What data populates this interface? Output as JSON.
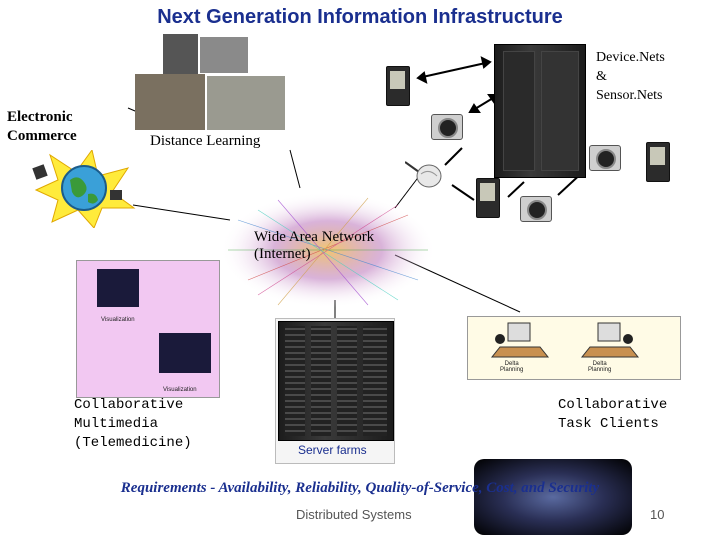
{
  "title": "Next Generation Information Infrastructure",
  "labels": {
    "electronic_commerce": "Electronic\nCommerce",
    "distance_learning": "Distance Learning",
    "device_nets": "Device.Nets\n&\nSensor.Nets",
    "wan": "Wide Area Network\n(Internet)",
    "collab_multimedia": "Collaborative\nMultimedia\n(Telemedicine)",
    "collab_task": "Collaborative\nTask Clients",
    "server_farms": "Server farms",
    "visualization_1": "Visualization",
    "visualization_2": "Visualization",
    "task_caption_1": "Delta\nPlanning",
    "task_caption_2": "Delta\nPlanning"
  },
  "requirements": "Requirements - Availability, Reliability, Quality-of-Service, Cost, and Security",
  "footer": {
    "text": "Distributed Systems",
    "page_number": "10"
  },
  "colors": {
    "title": "#1a2f8f",
    "background": "#ffffff",
    "line": "#000000"
  },
  "icons": [
    "globe-icon",
    "satellite-icon",
    "pda-icon",
    "digital-camera-icon",
    "tower-server-icon",
    "network-map-icon",
    "server-rack-icon"
  ]
}
